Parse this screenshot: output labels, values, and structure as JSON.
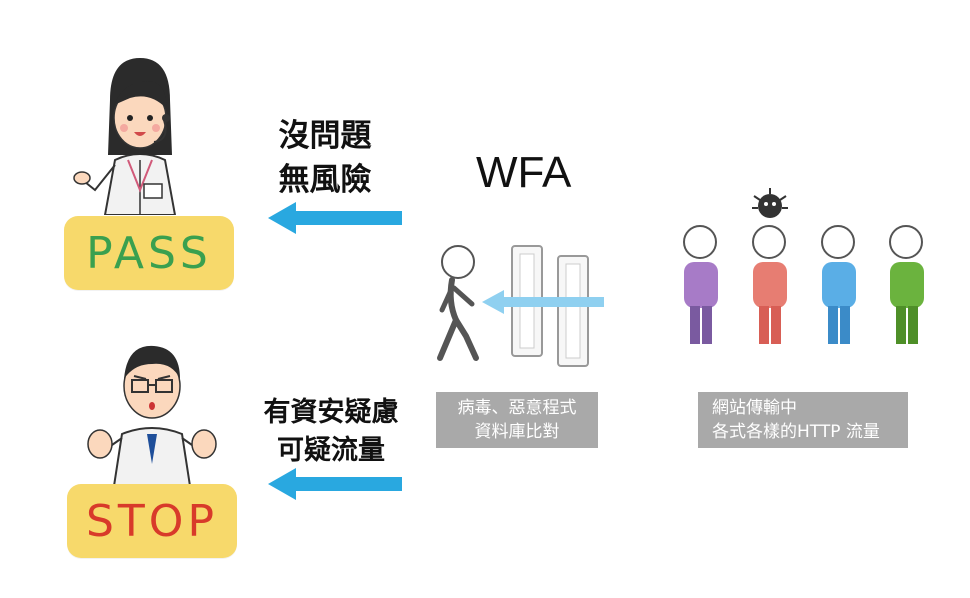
{
  "diagram": {
    "title": "WFA",
    "pass_badge": "PASS",
    "stop_badge": "STOP",
    "pass_caption": [
      "沒問題",
      "無風險"
    ],
    "stop_caption": [
      "有資安疑慮",
      "可疑流量"
    ],
    "database_box": [
      "病毒、惡意程式",
      "資料庫比對"
    ],
    "traffic_box": [
      "網站傳輸中",
      "各式各樣的HTTP 流量"
    ],
    "colors": {
      "arrow": "#29a8e0",
      "badge": "#f7d96b",
      "pass_text": "#3aa04f",
      "stop_text": "#d83a2a",
      "person_purple": "#a77bc7",
      "person_red": "#e77d72",
      "person_blue": "#5aaee6",
      "person_green": "#6bb33e"
    },
    "icons": [
      "operator-woman-icon",
      "stop-man-icon",
      "walking-person-icon",
      "security-gate-icon",
      "virus-icon"
    ]
  }
}
